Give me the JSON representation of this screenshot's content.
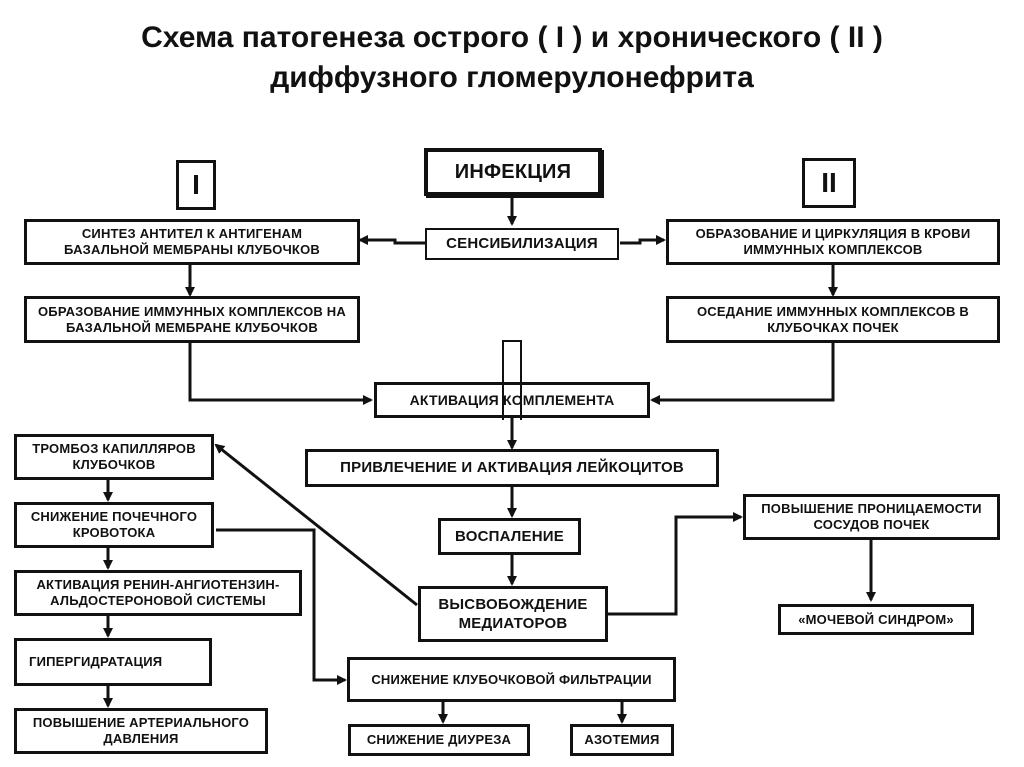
{
  "title": {
    "line1": "Схема патогенеза острого ( I ) и хронического ( II )",
    "line2": "диффузного гломерулонефрита"
  },
  "labels": {
    "acute": "I",
    "chronic": "II"
  },
  "nodes": {
    "infection": "ИНФЕКЦИЯ",
    "sensitization": "СЕНСИБИЛИЗАЦИЯ",
    "antibody_synthesis": "СИНТЕЗ АНТИТЕЛ К АНТИГЕНАМ БАЗАЛЬНОЙ МЕМБРАНЫ КЛУБОЧКОВ",
    "immune_complex_formation_membrane": "ОБРАЗОВАНИЕ ИММУННЫХ КОМПЛЕКСОВ НА БАЗАЛЬНОЙ МЕМБРАНЕ КЛУБОЧКОВ",
    "immune_complex_circulation": "ОБРАЗОВАНИЕ И ЦИРКУЛЯЦИЯ В КРОВИ ИММУННЫХ КОМПЛЕКСОВ",
    "immune_complex_deposition": "ОСЕДАНИЕ ИММУННЫХ КОМПЛЕКСОВ В КЛУБОЧКАХ ПОЧЕК",
    "complement_activation": "АКТИВАЦИЯ КОМПЛЕМЕНТА",
    "leukocyte_activation": "ПРИВЛЕЧЕНИЕ И АКТИВАЦИЯ ЛЕЙКОЦИТОВ",
    "inflammation": "ВОСПАЛЕНИЕ",
    "mediator_release": "ВЫСВОБОЖДЕНИЕ МЕДИАТОРОВ",
    "vascular_permeability": "ПОВЫШЕНИЕ ПРОНИЦАЕМОСТИ СОСУДОВ ПОЧЕК",
    "urinary_syndrome": "«МОЧЕВОЙ СИНДРОМ»",
    "capillary_thrombosis": "ТРОМБОЗ КАПИЛЛЯРОВ КЛУБОЧКОВ",
    "renal_blood_flow_decrease": "СНИЖЕНИЕ ПОЧЕЧНОГО КРОВОТОКА",
    "raas_activation": "АКТИВАЦИЯ РЕНИН-АНГИОТЕНЗИН-АЛЬДОСТЕРОНОВОЙ СИСТЕМЫ",
    "hyperhydration": "ГИПЕРГИДРАТАЦИЯ",
    "blood_pressure_increase": "ПОВЫШЕНИЕ АРТЕРИАЛЬНОГО ДАВЛЕНИЯ",
    "glomerular_filtration_decrease": "СНИЖЕНИЕ КЛУБОЧКОВОЙ ФИЛЬТРАЦИИ",
    "diuresis_decrease": "СНИЖЕНИЕ ДИУРЕЗА",
    "azotemia": "АЗОТЕМИЯ"
  }
}
